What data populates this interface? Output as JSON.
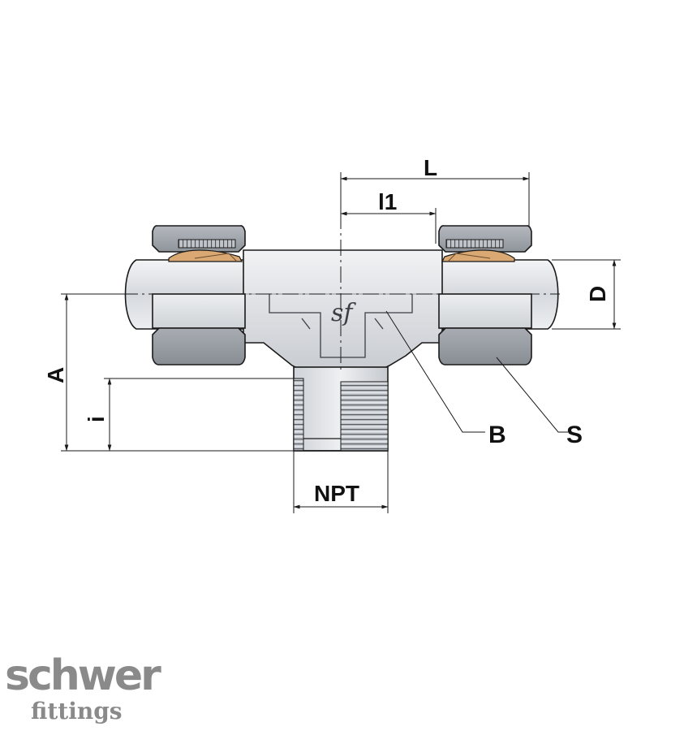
{
  "diagram": {
    "labels": {
      "L": "L",
      "l1": "l1",
      "D": "D",
      "A": "A",
      "i": "i",
      "NPT": "NPT",
      "B": "B",
      "S": "S"
    },
    "body_logo": "sf"
  },
  "brand": {
    "name": "schwer",
    "tagline": "fittings"
  },
  "colors": {
    "metal_light": "#e2e4e8",
    "metal_mid": "#c3c7cd",
    "metal_dark": "#8d9299",
    "nut_dark": "#9a9ea4",
    "brass": "#d9a873",
    "line": "#1a1a1a",
    "brand_gray": "#8a8a8a"
  }
}
